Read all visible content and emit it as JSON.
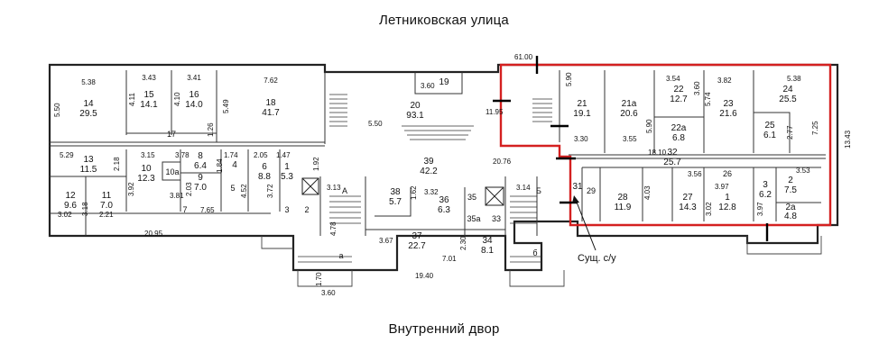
{
  "labels": {
    "street_top": "Летниковская улица",
    "street_bottom": "Внутренний двор",
    "callout": "Сущ. с/у"
  },
  "colors": {
    "highlight": "#d42020",
    "wall": "#222222",
    "marker": "#000000"
  },
  "rooms": [
    {
      "id": "room-14",
      "num": "14",
      "area": "29.5"
    },
    {
      "id": "room-15",
      "num": "15",
      "area": "14.1"
    },
    {
      "id": "room-16",
      "num": "16",
      "area": "14.0"
    },
    {
      "id": "room-18",
      "num": "18",
      "area": "41.7"
    },
    {
      "id": "room-19",
      "num": "19",
      "area": ""
    },
    {
      "id": "room-20",
      "num": "20",
      "area": "93.1"
    },
    {
      "id": "room-21",
      "num": "21",
      "area": "19.1"
    },
    {
      "id": "room-21a",
      "num": "21а",
      "area": "20.6"
    },
    {
      "id": "room-22",
      "num": "22",
      "area": "12.7"
    },
    {
      "id": "room-22a",
      "num": "22а",
      "area": "6.8"
    },
    {
      "id": "room-23",
      "num": "23",
      "area": "21.6"
    },
    {
      "id": "room-24",
      "num": "24",
      "area": "25.5"
    },
    {
      "id": "room-25",
      "num": "25",
      "area": "6.1"
    },
    {
      "id": "room-13",
      "num": "13",
      "area": "11.5"
    },
    {
      "id": "room-10",
      "num": "10",
      "area": "12.3"
    },
    {
      "id": "room-8",
      "num": "8",
      "area": "6.4"
    },
    {
      "id": "room-9",
      "num": "9",
      "area": "7.0"
    },
    {
      "id": "room-4",
      "num": "4",
      "area": ""
    },
    {
      "id": "room-6",
      "num": "6",
      "area": "8.8"
    },
    {
      "id": "room-1-west",
      "num": "1",
      "area": "5.3"
    },
    {
      "id": "room-39",
      "num": "39",
      "area": "42.2"
    },
    {
      "id": "room-32",
      "num": "32",
      "area": "25.7"
    },
    {
      "id": "room-12",
      "num": "12",
      "area": "9.6"
    },
    {
      "id": "room-11",
      "num": "11",
      "area": "7.0"
    },
    {
      "id": "room-38",
      "num": "38",
      "area": "5.7"
    },
    {
      "id": "room-36",
      "num": "36",
      "area": "6.3"
    },
    {
      "id": "room-37",
      "num": "37",
      "area": "22.7"
    },
    {
      "id": "room-34",
      "num": "34",
      "area": "8.1"
    },
    {
      "id": "room-31",
      "num": "31",
      "area": ""
    },
    {
      "id": "room-28",
      "num": "28",
      "area": "11.9"
    },
    {
      "id": "room-27",
      "num": "27",
      "area": "14.3"
    },
    {
      "id": "room-1-east",
      "num": "1",
      "area": "12.8"
    },
    {
      "id": "room-3",
      "num": "3",
      "area": "6.2"
    },
    {
      "id": "room-2",
      "num": "2",
      "area": "7.5"
    },
    {
      "id": "room-2a",
      "num": "2а",
      "area": "4.8"
    }
  ],
  "small_labels": [
    "17",
    "5",
    "7",
    "2",
    "3",
    "26",
    "35",
    "35а",
    "33",
    "10а",
    "А",
    "Б",
    "а",
    "б",
    "29"
  ],
  "dimensions": [
    "61.00",
    "5.38",
    "3.43",
    "3.41",
    "7.62",
    "5.50",
    "4.11",
    "4.10",
    "5.49",
    "1.26",
    "3.60",
    "5.50",
    "11.95",
    "5.90",
    "3.54",
    "3.82",
    "5.38",
    "3.60",
    "5.74",
    "5.90",
    "3.30",
    "3.55",
    "2.77",
    "7.25",
    "13.43",
    "18.10",
    "20.76",
    "5.29",
    "2.18",
    "3.15",
    "3.78",
    "1.74",
    "2.05",
    "1.47",
    "1.92",
    "1.84",
    "3.92",
    "3.81",
    "2.03",
    "4.52",
    "3.72",
    "3.02",
    "3.18",
    "2.21",
    "7.65",
    "20.95",
    "3.13",
    "4.78",
    "3.67",
    "1.62",
    "3.32",
    "3.14",
    "2.30",
    "7.01",
    "19.40",
    "1.70",
    "3.60",
    "4.03",
    "3.56",
    "3.97",
    "3.02",
    "3.97",
    "3.53"
  ]
}
